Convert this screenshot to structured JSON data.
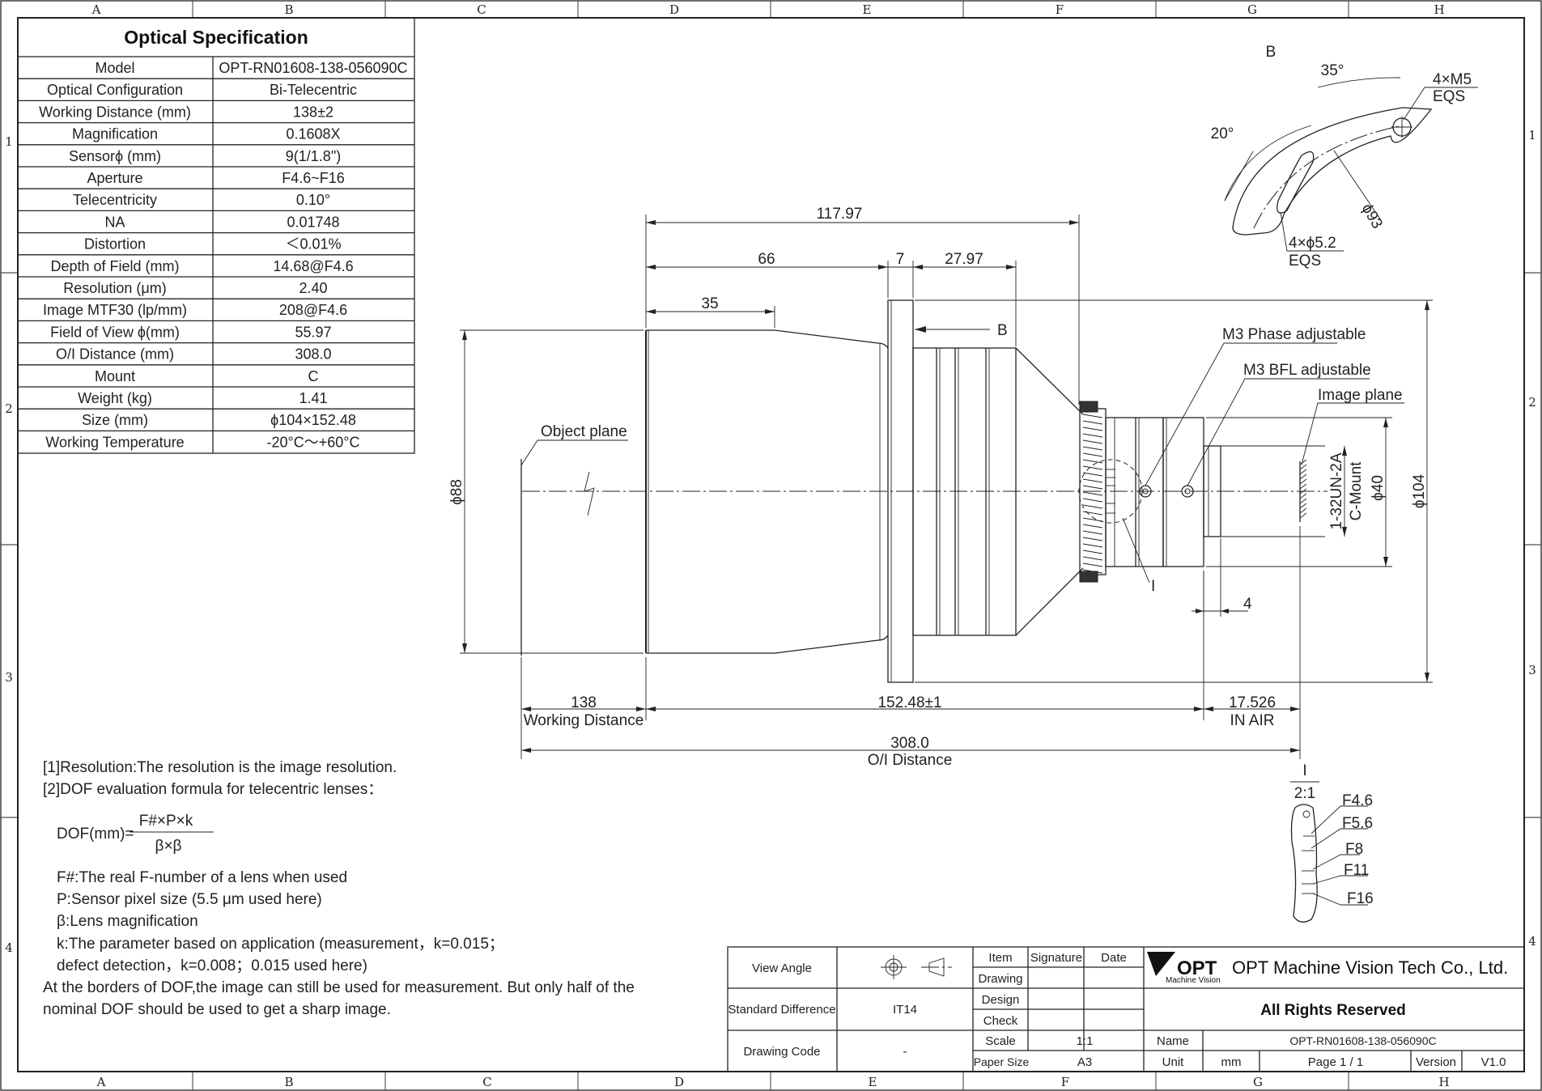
{
  "grid": {
    "columns": [
      "A",
      "B",
      "C",
      "D",
      "E",
      "F",
      "G",
      "H"
    ],
    "rows": [
      "1",
      "2",
      "3",
      "4"
    ]
  },
  "spec_table": {
    "title": "Optical Specification",
    "rows": [
      {
        "label": "Model",
        "value": "OPT-RN01608-138-056090C"
      },
      {
        "label": "Optical Configuration",
        "value": "Bi-Telecentric"
      },
      {
        "label": "Working Distance (mm)",
        "value": "138±2"
      },
      {
        "label": "Magnification",
        "value": "0.1608X"
      },
      {
        "label": "Sensorϕ (mm)",
        "value": "9(1/1.8\")"
      },
      {
        "label": "Aperture",
        "value": "F4.6~F16"
      },
      {
        "label": "Telecentricity",
        "value": "0.10°"
      },
      {
        "label": "NA",
        "value": "0.01748"
      },
      {
        "label": "Distortion",
        "value": "＜0.01%"
      },
      {
        "label": "Depth of Field (mm)",
        "value": "14.68@F4.6"
      },
      {
        "label": "Resolution (μm)",
        "value": "2.40"
      },
      {
        "label": "Image MTF30 (lp/mm)",
        "value": "208@F4.6"
      },
      {
        "label": "Field of View ϕ(mm)",
        "value": "55.97"
      },
      {
        "label": "O/I Distance (mm)",
        "value": "308.0"
      },
      {
        "label": "Mount",
        "value": "C"
      },
      {
        "label": "Weight (kg)",
        "value": "1.41"
      },
      {
        "label": "Size (mm)",
        "value": "ϕ104×152.48"
      },
      {
        "label": "Working Temperature",
        "value": "-20°C～+60°C"
      }
    ]
  },
  "dimensions": {
    "d117": "117.97",
    "d66": "66",
    "d7": "7",
    "d27": "27.97",
    "d35": "35",
    "dB": "B",
    "phi88": "ϕ88",
    "phi104": "ϕ104",
    "phi40": "ϕ40",
    "thread": "1-32UN-2A",
    "cmount": "C-Mount",
    "d4": "4",
    "detail_ref": "I",
    "wd_value": "138",
    "wd_label": "Working Distance",
    "len_value": "152.48±1",
    "bfl_value": "17.526",
    "bfl_label": "IN AIR",
    "oi_value": "308.0",
    "oi_label": "O/I Distance"
  },
  "callouts": {
    "object_plane": "Object plane",
    "image_plane": "Image plane",
    "phase": "M3 Phase adjustable",
    "bfl": "M3 BFL adjustable"
  },
  "view_b": {
    "label": "B",
    "angle35": "35°",
    "angle20": "20°",
    "phi93": "ϕ93",
    "m5": "4×M5",
    "m5_eqs": "EQS",
    "h52": "4×ϕ5.2",
    "h52_eqs": "EQS"
  },
  "detail_i": {
    "label": "I",
    "scale": "2:1",
    "f_stops": [
      "F4.6",
      "F5.6",
      "F8",
      "F11",
      "F16"
    ]
  },
  "notes": {
    "n1": "[1]Resolution:The resolution is  the image resolution.",
    "n2": "[2]DOF evaluation formula for telecentric lenses：",
    "dof_lhs": "DOF(mm)=",
    "dof_num": "F#×P×k",
    "dof_den": "β×β",
    "f_def": "F#:The real F-number of a lens when used",
    "p_def": "P:Sensor pixel size (5.5 μm used here)",
    "b_def": "β:Lens magnification",
    "k_def1": "k:The parameter based on application (measurement，k=0.015；",
    "k_def2": "defect detection，k=0.008；0.015 used here)",
    "border1": "At the borders of DOF,the image can still be used for measurement. But only half of the",
    "border2": "nominal DOF should be used to get a sharp image."
  },
  "title_block": {
    "view_angle": "View Angle",
    "standard_difference": "Standard Difference",
    "std_value": "IT14",
    "drawing_code": "Drawing Code",
    "code_value": "-",
    "item": "Item",
    "signature": "Signature",
    "date": "Date",
    "drawing": "Drawing",
    "design": "Design",
    "check": "Check",
    "scale": "Scale",
    "scale_value": "1:1",
    "paper_size": "Paper Size",
    "paper_value": "A3",
    "logo": "OPT",
    "logo_sub": "Machine Vision",
    "company": "OPT Machine Vision Tech Co., Ltd.",
    "rights": "All Rights Reserved",
    "name": "Name",
    "name_value": "OPT-RN01608-138-056090C",
    "unit": "Unit",
    "unit_value": "mm",
    "page": "Page  1 / 1",
    "version": "Version",
    "version_value": "V1.0"
  }
}
